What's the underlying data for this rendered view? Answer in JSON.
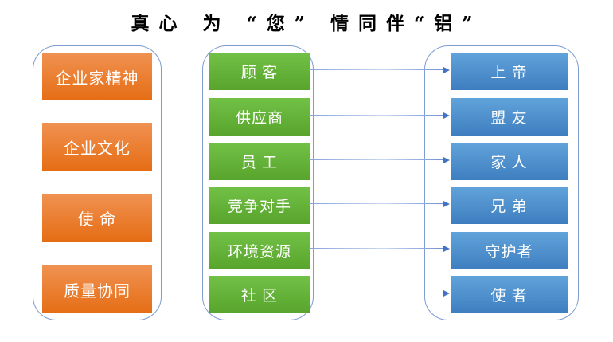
{
  "title": {
    "text": "真心 为 “您” 情同伴“铝”"
  },
  "columns": {
    "left": {
      "items": [
        "企业家精神",
        "企业文化",
        "使 命",
        "质量协同"
      ]
    },
    "middle": {
      "items": [
        "顾 客",
        "供应商",
        "员 工",
        "竞争对手",
        "环境资源",
        "社 区"
      ]
    },
    "right": {
      "items": [
        "上 帝",
        "盟 友",
        "家 人",
        "兄 弟",
        "守护者",
        "使 者"
      ]
    }
  },
  "arrows": [
    {
      "from": "顾 客",
      "to": "上 帝"
    },
    {
      "from": "供应商",
      "to": "盟 友"
    },
    {
      "from": "员 工",
      "to": "家 人"
    },
    {
      "from": "竞争对手",
      "to": "兄 弟"
    },
    {
      "from": "环境资源",
      "to": "守护者"
    },
    {
      "from": "社 区",
      "to": "使 者"
    }
  ],
  "colors": {
    "orange_top": "#F09252",
    "orange_bottom": "#E56D14",
    "green_top": "#72C147",
    "green_bottom": "#58A42C",
    "blue_top": "#61A3DA",
    "blue_bottom": "#3E7EC0",
    "panel_border": "#7E9CD0",
    "arrow": "#4472C4",
    "title_text": "#000000"
  }
}
